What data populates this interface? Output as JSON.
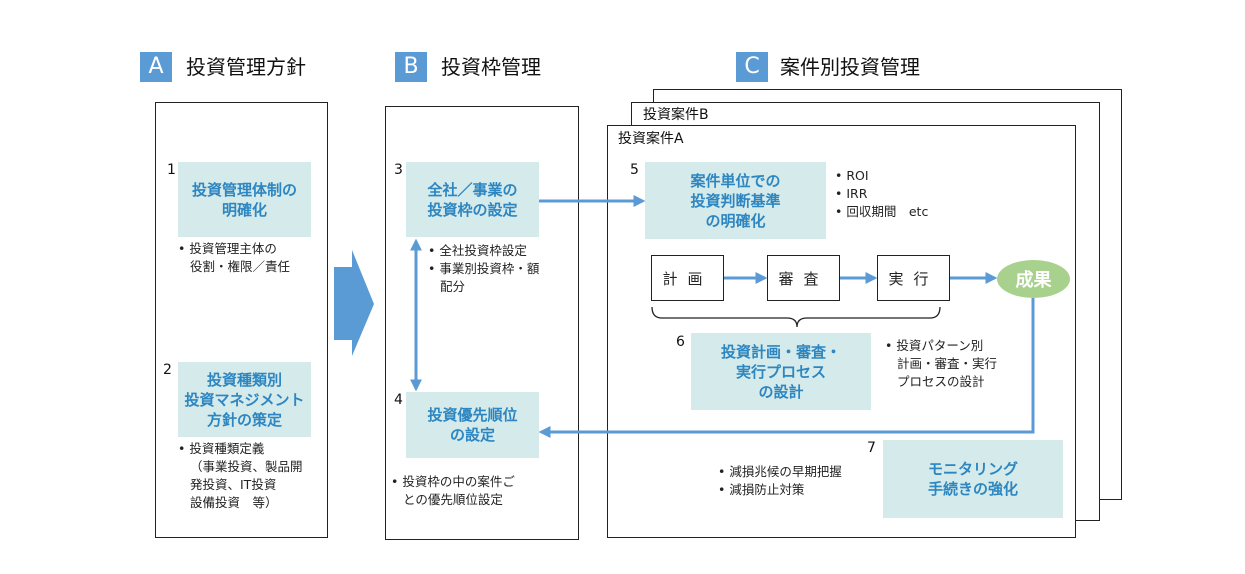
{
  "sections": {
    "a": {
      "letter": "A",
      "title": "投資管理方針"
    },
    "b": {
      "letter": "B",
      "title": "投資枠管理"
    },
    "c": {
      "letter": "C",
      "title": "案件別投資管理"
    }
  },
  "cases": {
    "b": "投資案件B",
    "a": "投資案件A"
  },
  "items": {
    "i1": {
      "num": "1",
      "title": "投資管理体制の\n明確化",
      "notes": [
        "投資管理主体の",
        "役割・権限／責任"
      ]
    },
    "i2": {
      "num": "2",
      "title": "投資種類別\n投資マネジメント\n方針の策定",
      "notes": [
        "投資種類定義",
        "（事業投資、製品開",
        "発投資、IT投資",
        "設備投資　等）"
      ]
    },
    "i3": {
      "num": "3",
      "title": "全社／事業の\n投資枠の設定",
      "notes": [
        "全社投資枠設定",
        "事業別投資枠・額",
        "配分"
      ]
    },
    "i4": {
      "num": "4",
      "title": "投資優先順位\nの設定",
      "notes": [
        "投資枠の中の案件ご",
        "との優先順位設定"
      ]
    },
    "i5": {
      "num": "5",
      "title": "案件単位での\n投資判断基準\nの明確化",
      "notes": [
        "ROI",
        "IRR",
        "回収期間　etc"
      ]
    },
    "i6": {
      "num": "6",
      "title": "投資計画・審査・\n実行プロセス\nの設計",
      "notes": [
        "投資パターン別",
        "計画・審査・実行",
        "プロセスの設計"
      ]
    },
    "i7": {
      "num": "7",
      "title": "モニタリング\n手続きの強化",
      "notes": [
        "減損兆候の早期把握",
        "減損防止対策"
      ]
    }
  },
  "process": {
    "plan": "計画",
    "review": "審査",
    "execute": "実行",
    "outcome": "成果"
  },
  "colors": {
    "accent": "#5b9bd5",
    "box_fill": "#d5ebeb",
    "box_text": "#2e86c1",
    "outcome": "#a9d18e"
  }
}
